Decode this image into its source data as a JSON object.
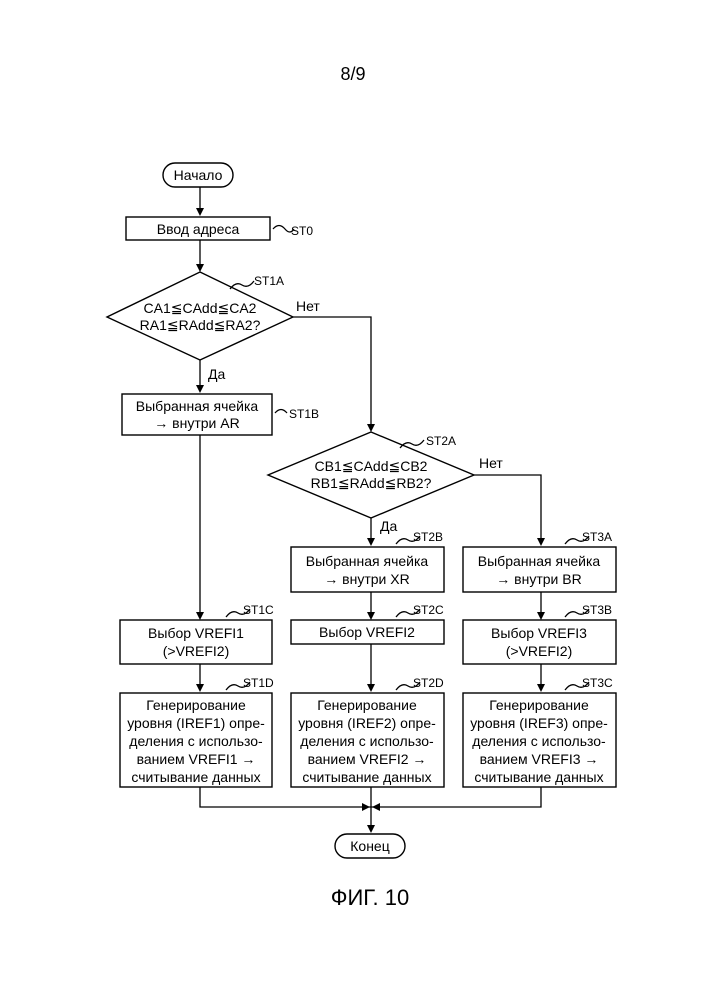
{
  "page_number": "8/9",
  "figure_caption": "ФИГ. 10",
  "nodes": {
    "start": "Начало",
    "st0": "Ввод адреса",
    "st1a_line1": "CA1≦CAdd≦CA2",
    "st1a_line2": "RA1≦RAdd≦RA2?",
    "st1b_line1": "Выбранная ячейка",
    "st1b_line2": "→ внутри AR",
    "st2a_line1": "CB1≦CAdd≦CB2",
    "st2a_line2": "RB1≦RAdd≦RB2?",
    "st2b_line1": "Выбранная ячейка",
    "st2b_line2": "→ внутри XR",
    "st3a_line1": "Выбранная ячейка",
    "st3a_line2": "→ внутри BR",
    "st1c_line1": "Выбор VREFI1",
    "st1c_line2": "(>VREFI2)",
    "st2c": "Выбор VREFI2",
    "st3b_line1": "Выбор VREFI3",
    "st3b_line2": "(>VREFI2)",
    "st1d": [
      "Генерирование",
      "уровня (IREF1) опре-",
      "деления с использо-",
      "ванием VREFI1 →",
      "считывание данных"
    ],
    "st2d": [
      "Генерирование",
      "уровня (IREF2) опре-",
      "деления с использо-",
      "ванием VREFI2 →",
      "считывание данных"
    ],
    "st3c": [
      "Генерирование",
      "уровня (IREF3) опре-",
      "деления с использо-",
      "ванием VREFI3 →",
      "считывание данных"
    ],
    "end": "Конец"
  },
  "step_tags": {
    "st0": "ST0",
    "st1a": "ST1A",
    "st1b": "ST1B",
    "st1c": "ST1C",
    "st1d": "ST1D",
    "st2a": "ST2A",
    "st2b": "ST2B",
    "st2c": "ST2C",
    "st2d": "ST2D",
    "st3a": "ST3A",
    "st3b": "ST3B",
    "st3c": "ST3C"
  },
  "branch_labels": {
    "st1a_yes": "Да",
    "st1a_no": "Нет",
    "st2a_yes": "Да",
    "st2a_no": "Нет"
  }
}
